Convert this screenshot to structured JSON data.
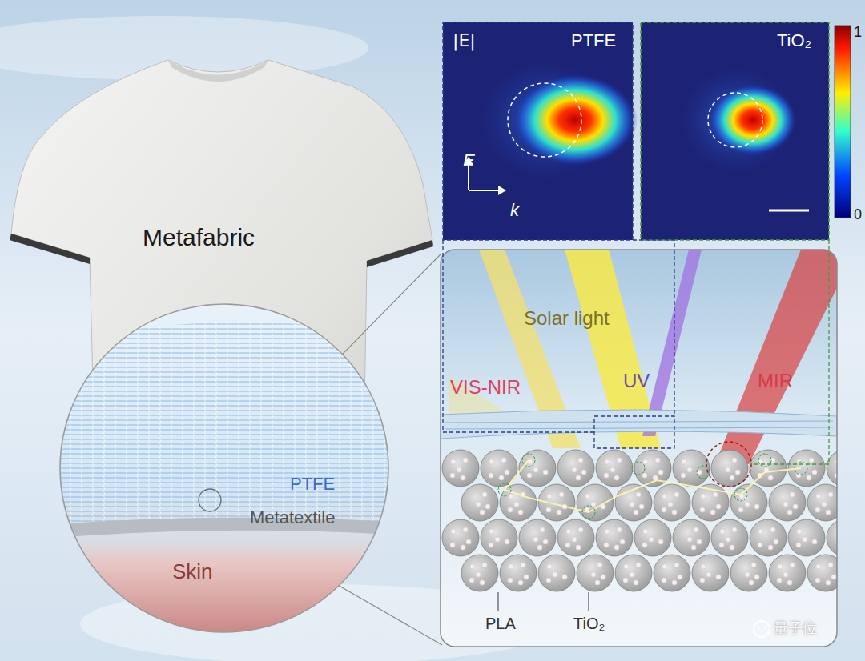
{
  "diagram": {
    "nodes": [
      {
        "text": [
          "|E|",
          "PTFE",
          "E",
          "k"
        ]
      },
      {
        "text": [
          "TiO₂"
        ]
      },
      {
        "text": [
          "Solar light",
          "VIS-NIR",
          "UV",
          "MIR",
          "PLA",
          "TiO₂"
        ]
      }
    ],
    "labels": [
      "Metafabric",
      "PTFE",
      "Metatextile",
      "Skin",
      "1",
      "0",
      "量子位"
    ]
  }
}
